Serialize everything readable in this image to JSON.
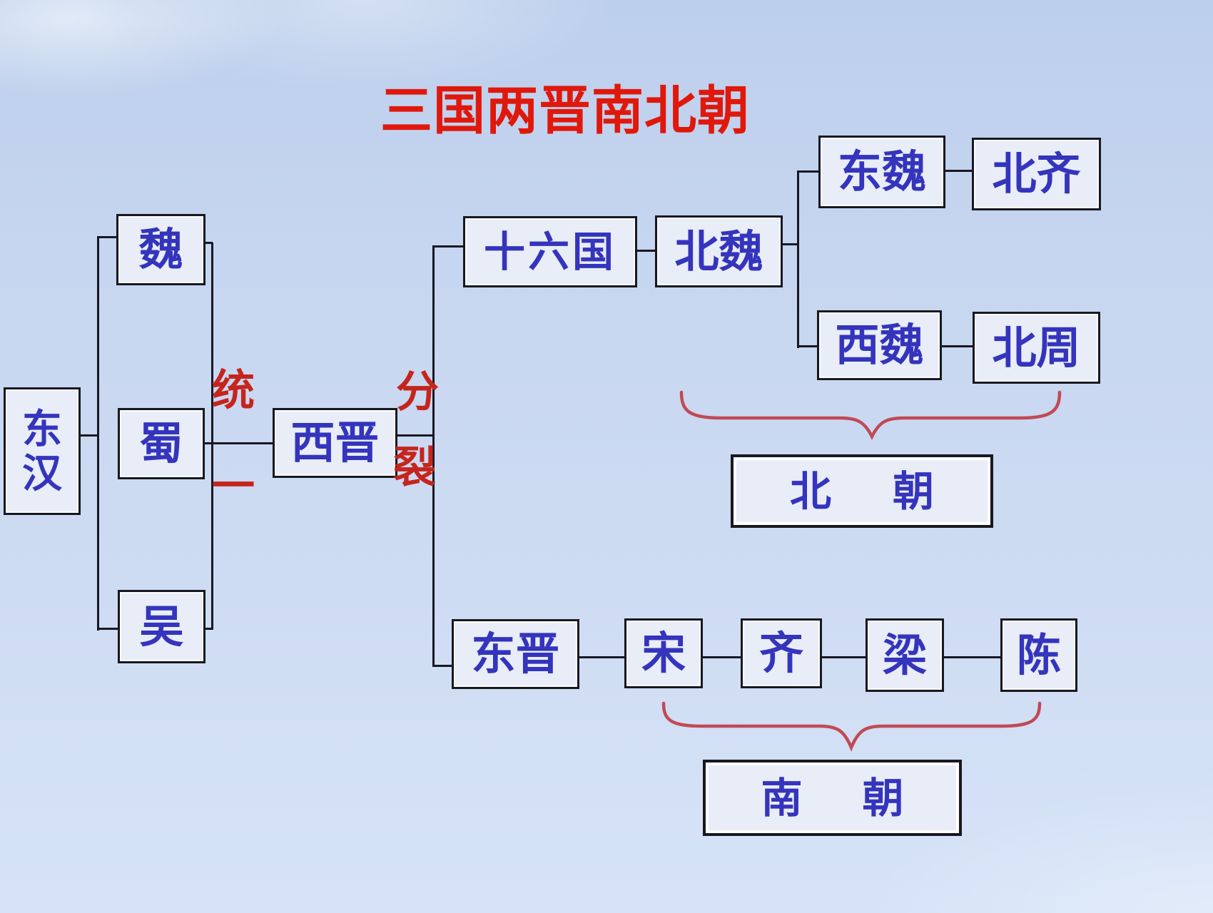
{
  "title": {
    "text": "三国两晋南北朝"
  },
  "nodes": {
    "donghan": {
      "label": "东汉"
    },
    "wei": {
      "label": "魏"
    },
    "shu": {
      "label": "蜀"
    },
    "wu": {
      "label": "吴"
    },
    "xijin": {
      "label": "西晋"
    },
    "shiliuguo": {
      "label": "十六国"
    },
    "beiwei": {
      "label": "北魏"
    },
    "dongwei": {
      "label": "东魏"
    },
    "beiqi": {
      "label": "北齐"
    },
    "xiwei": {
      "label": "西魏"
    },
    "beizhou": {
      "label": "北周"
    },
    "beichao": {
      "label": "北朝"
    },
    "dongjin": {
      "label": "东晋"
    },
    "song": {
      "label": "宋"
    },
    "qi": {
      "label": "齐"
    },
    "liang": {
      "label": "梁"
    },
    "chen": {
      "label": "陈"
    },
    "nanchao": {
      "label": "南朝"
    }
  },
  "annotations": {
    "unify": {
      "char1": "统",
      "char2": "一"
    },
    "split": {
      "char1": "分",
      "char2": "裂"
    }
  },
  "colors": {
    "title_red": "#e0180c",
    "annotation_red": "#c5251d",
    "brace_red": "#c04a55",
    "text_blue": "#3434bd",
    "line_dark": "#181824",
    "box_fill": "#e8edf7",
    "background_top": "#bccfec",
    "background_bottom": "#d6e3f7"
  }
}
